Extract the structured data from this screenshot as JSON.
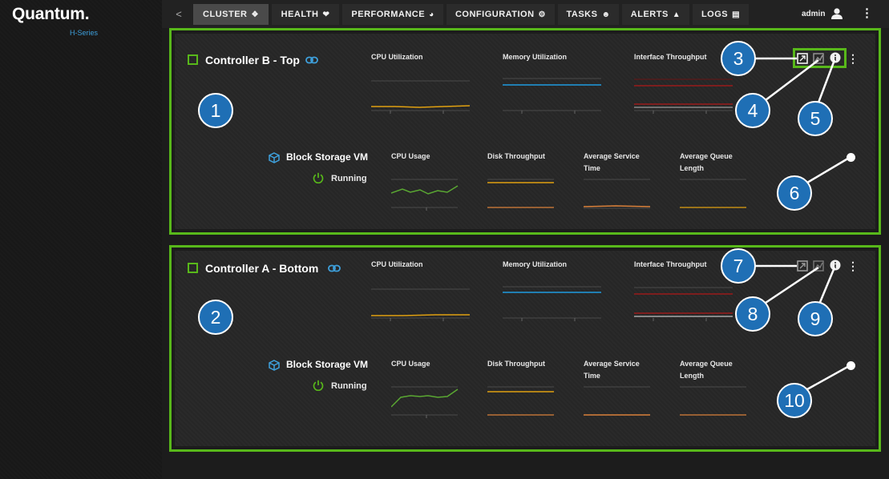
{
  "brand": {
    "name": "Quantum.",
    "subtitle": "H-Series"
  },
  "nav": {
    "back_label": "<",
    "tabs": [
      {
        "label": "CLUSTER",
        "icon": "cluster-icon",
        "active": true
      },
      {
        "label": "HEALTH",
        "icon": "heart-icon",
        "active": false
      },
      {
        "label": "PERFORMANCE",
        "icon": "gauge-icon",
        "active": false
      },
      {
        "label": "CONFIGURATION",
        "icon": "gears-icon",
        "active": false
      },
      {
        "label": "TASKS",
        "icon": "person-icon",
        "active": false
      },
      {
        "label": "ALERTS",
        "icon": "bell-icon",
        "active": false
      },
      {
        "label": "LOGS",
        "icon": "log-icon",
        "active": false
      }
    ],
    "user": "admin"
  },
  "controllers": [
    {
      "title": "Controller B - Top",
      "metrics": [
        "CPU Utilization",
        "Memory Utilization",
        "Interface Throughput"
      ],
      "vm": {
        "name": "Block Storage VM",
        "status": "Running",
        "metrics": [
          "CPU Usage",
          "Disk Throughput",
          "Average Service Time",
          "Average Queue Length"
        ]
      }
    },
    {
      "title": "Controller A - Bottom",
      "metrics": [
        "CPU Utilization",
        "Memory Utilization",
        "Interface Throughput"
      ],
      "vm": {
        "name": "Block Storage VM",
        "status": "Running",
        "metrics": [
          "CPU Usage",
          "Disk Throughput",
          "Average Service Time",
          "Average Queue Length"
        ]
      }
    }
  ],
  "callouts": [
    "1",
    "2",
    "3",
    "4",
    "5",
    "6",
    "7",
    "8",
    "9",
    "10"
  ],
  "colors": {
    "accent_green": "#58b81a",
    "cpu_line": "#e0a010",
    "memory_line": "#1e9be0",
    "throughput_line": "#b01818",
    "vm_cpu_line": "#5aa832",
    "disk_line": "#e0a010",
    "service_line": "#d9803a",
    "callout_blue": "#1f6fb5"
  }
}
